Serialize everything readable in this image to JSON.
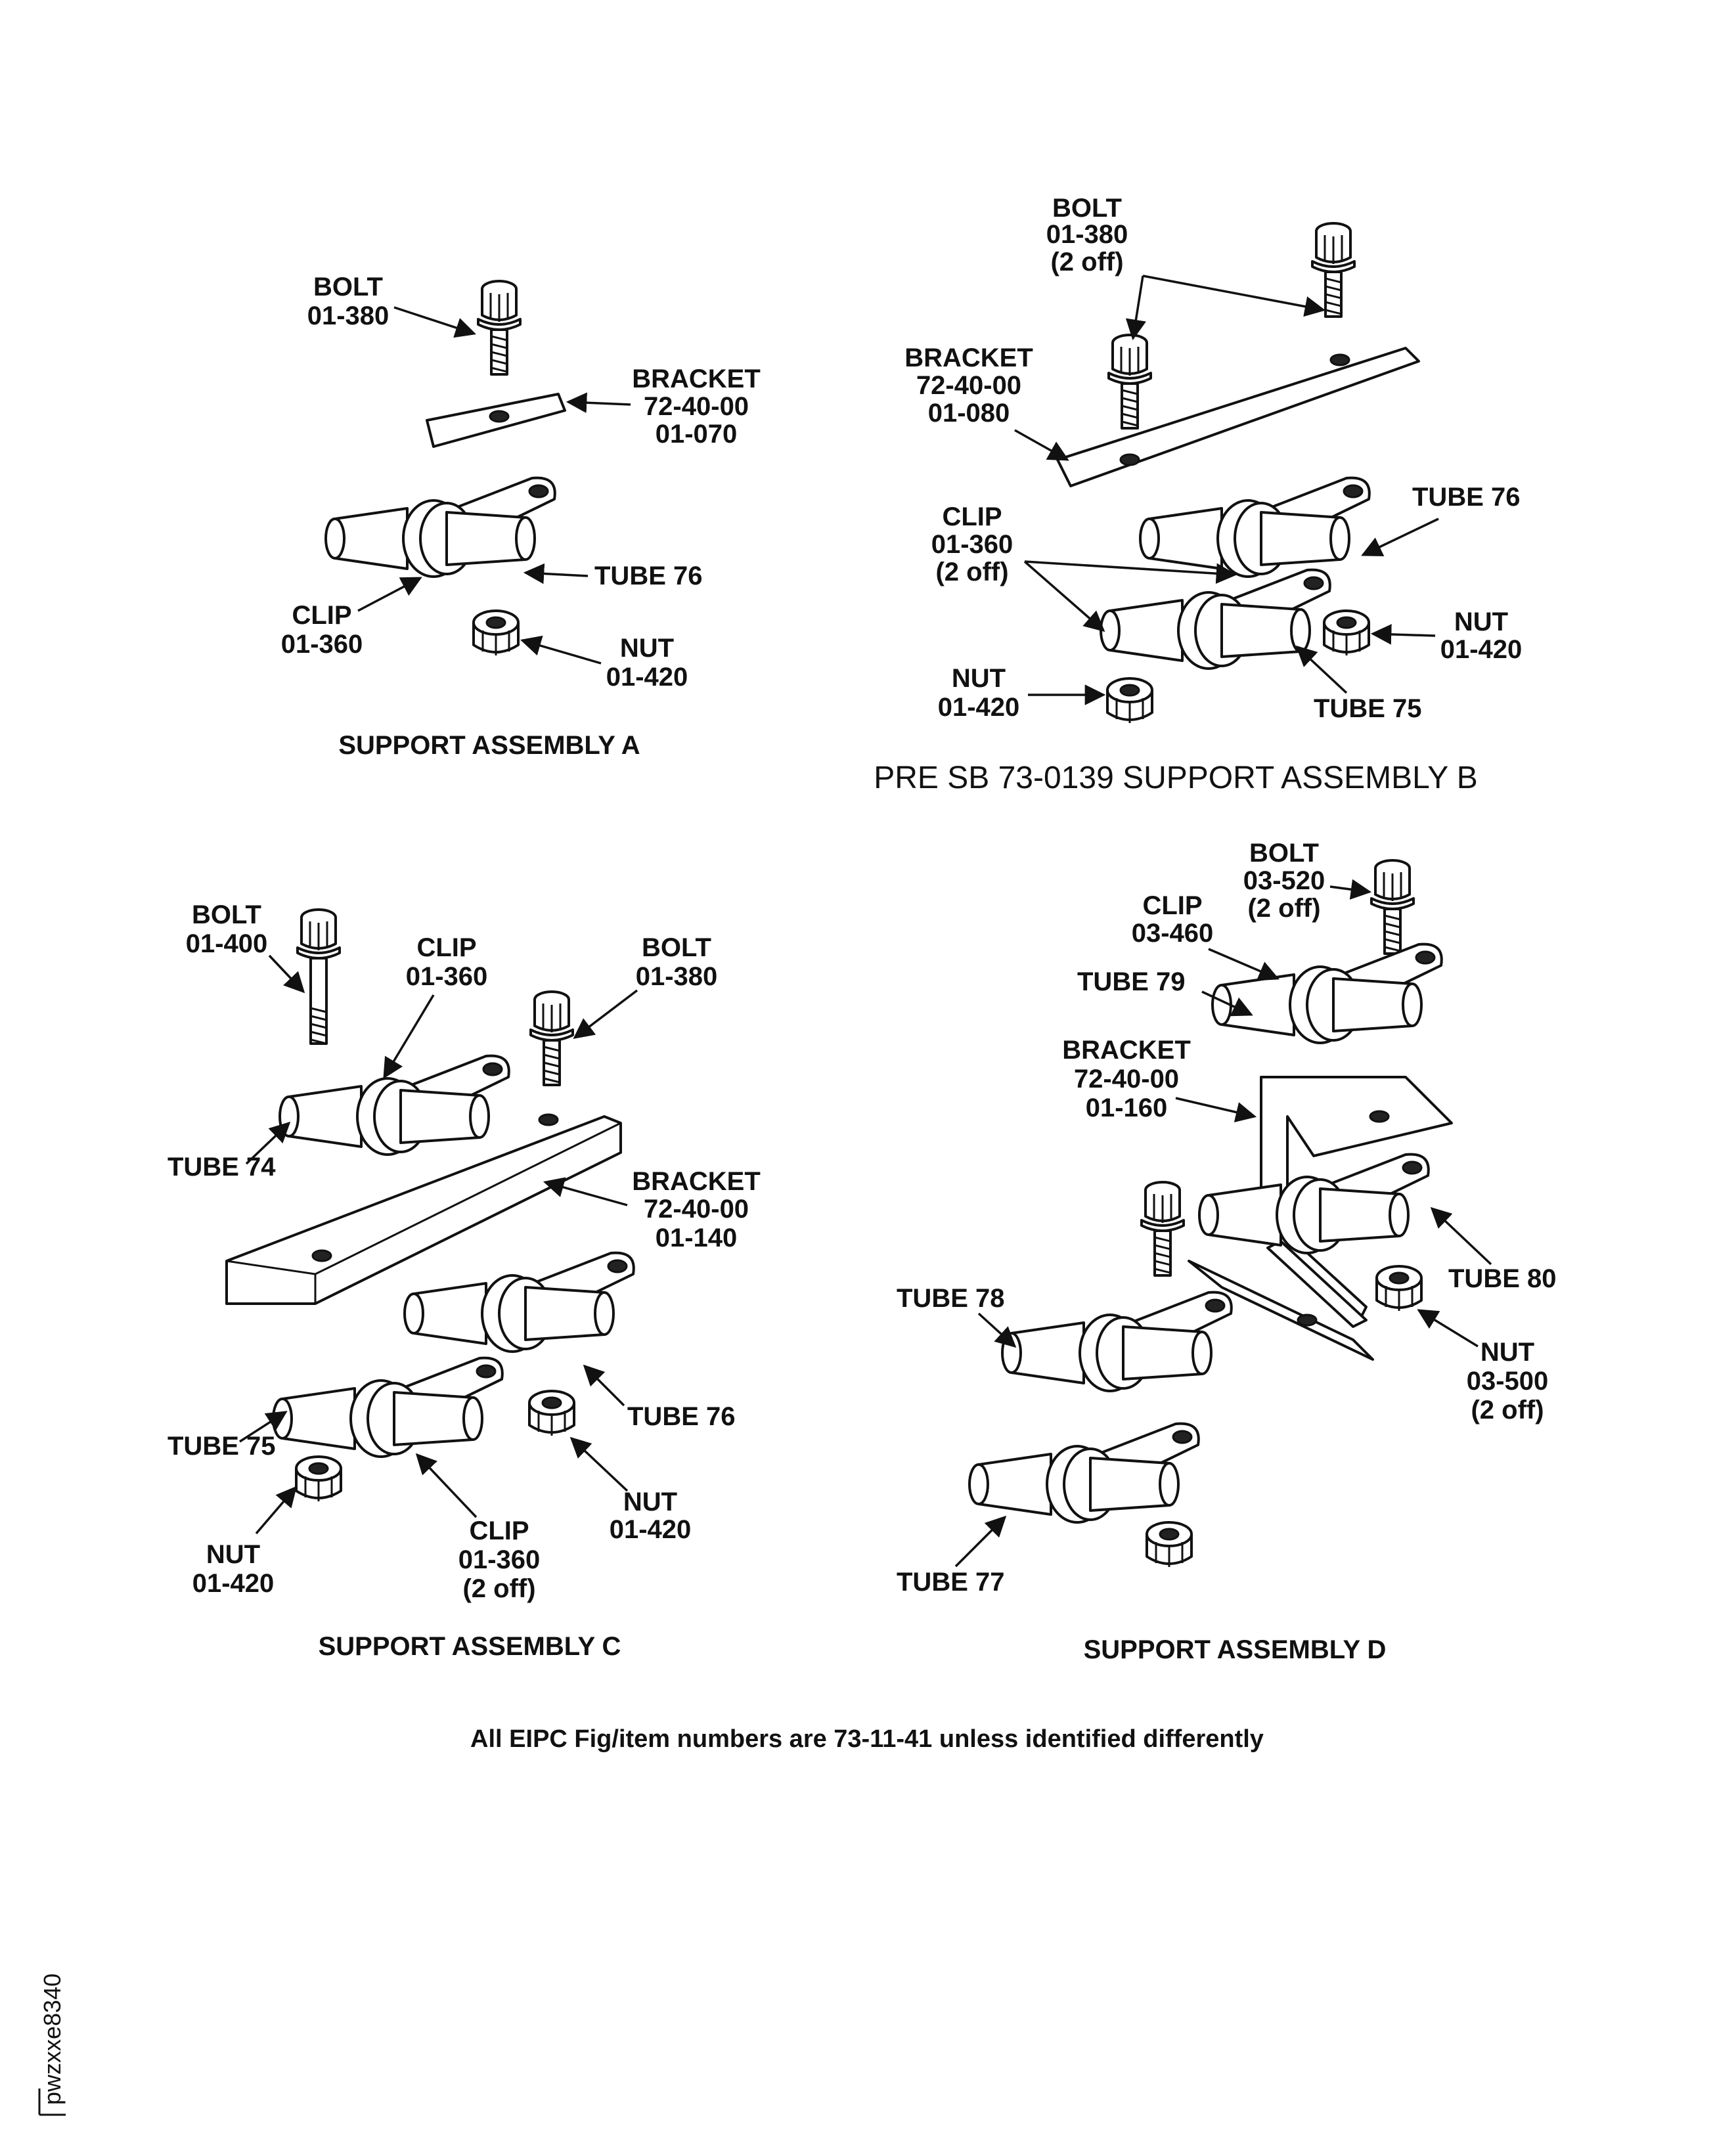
{
  "assemblies": {
    "a": {
      "caption": "SUPPORT ASSEMBLY A",
      "bolt": {
        "name": "BOLT",
        "ref": "01-380"
      },
      "bracket": {
        "name": "BRACKET",
        "ref1": "72-40-00",
        "ref2": "01-070"
      },
      "tube": "TUBE 76",
      "clip": {
        "name": "CLIP",
        "ref": "01-360"
      },
      "nut": {
        "name": "NUT",
        "ref": "01-420"
      }
    },
    "b": {
      "caption": "PRE SB 73-0139 SUPPORT ASSEMBLY B",
      "bolt": {
        "name": "BOLT",
        "ref": "01-380",
        "qty": "(2 off)"
      },
      "bracket": {
        "name": "BRACKET",
        "ref1": "72-40-00",
        "ref2": "01-080"
      },
      "clip": {
        "name": "CLIP",
        "ref": "01-360",
        "qty": "(2 off)"
      },
      "tube_upper": "TUBE 76",
      "tube_lower": "TUBE 75",
      "nut_right": {
        "name": "NUT",
        "ref": "01-420"
      },
      "nut_left": {
        "name": "NUT",
        "ref": "01-420"
      }
    },
    "c": {
      "caption": "SUPPORT ASSEMBLY C",
      "bolt_long": {
        "name": "BOLT",
        "ref": "01-400"
      },
      "clip_top": {
        "name": "CLIP",
        "ref": "01-360"
      },
      "bolt_short": {
        "name": "BOLT",
        "ref": "01-380"
      },
      "tube_74": "TUBE 74",
      "bracket": {
        "name": "BRACKET",
        "ref1": "72-40-00",
        "ref2": "01-140"
      },
      "tube_76": "TUBE 76",
      "tube_75": "TUBE 75",
      "nut_right": {
        "name": "NUT",
        "ref": "01-420"
      },
      "clip_bottom": {
        "name": "CLIP",
        "ref": "01-360",
        "qty": "(2 off)"
      },
      "nut_left": {
        "name": "NUT",
        "ref": "01-420"
      }
    },
    "d": {
      "caption": "SUPPORT ASSEMBLY D",
      "bolt": {
        "name": "BOLT",
        "ref": "03-520",
        "qty": "(2 off)"
      },
      "clip": {
        "name": "CLIP",
        "ref": "03-460"
      },
      "tube_79": "TUBE 79",
      "bracket": {
        "name": "BRACKET",
        "ref1": "72-40-00",
        "ref2": "01-160"
      },
      "tube_80": "TUBE 80",
      "tube_78": "TUBE 78",
      "nut": {
        "name": "NUT",
        "ref": "03-500",
        "qty": "(2 off)"
      },
      "tube_77": "TUBE 77"
    }
  },
  "footnote": "All EIPC Fig/item numbers are 73-11-41  unless identified differently",
  "figure_id": "pwzxxe8340"
}
